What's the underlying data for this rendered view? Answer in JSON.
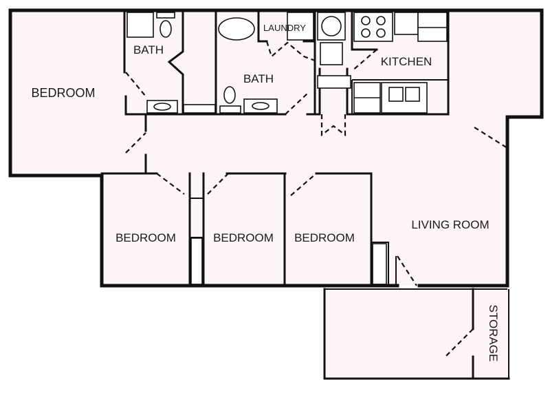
{
  "floorplan": {
    "colors": {
      "floor": "#fdf5f7",
      "wall": "#111111",
      "background": "#ffffff"
    },
    "rooms": {
      "bedroom_master": "BEDROOM",
      "bath_1": "BATH",
      "bath_2": "BATH",
      "laundry": "LAUNDRY",
      "kitchen": "KITCHEN",
      "bedroom_2": "BEDROOM",
      "bedroom_3": "BEDROOM",
      "bedroom_4": "BEDROOM",
      "living_room": "LIVING ROOM",
      "storage": "STORAGE"
    }
  }
}
